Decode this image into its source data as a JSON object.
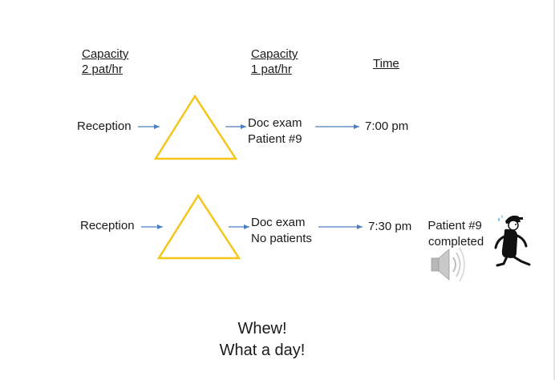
{
  "headers": {
    "reception_capacity": {
      "title": "Capacity",
      "value": "2 pat/hr"
    },
    "doctor_capacity": {
      "title": "Capacity",
      "value": "1 pat/hr"
    },
    "time": "Time"
  },
  "rows": [
    {
      "source": "Reception",
      "stage_line1": "Doc exam",
      "stage_line2": "Patient #9",
      "time": "7:00 pm"
    },
    {
      "source": "Reception",
      "stage_line1": "Doc exam",
      "stage_line2": "No patients",
      "time": "7:30 pm",
      "status_line1": "Patient #9",
      "status_line2": "completed"
    }
  ],
  "footer": {
    "line1": "Whew!",
    "line2": "What a day!"
  },
  "icons": {
    "speaker": "speaker-icon",
    "patient": "walking-patient-icon"
  },
  "colors": {
    "triangle": "#f5c518",
    "arrow": "#4a7fc1"
  }
}
